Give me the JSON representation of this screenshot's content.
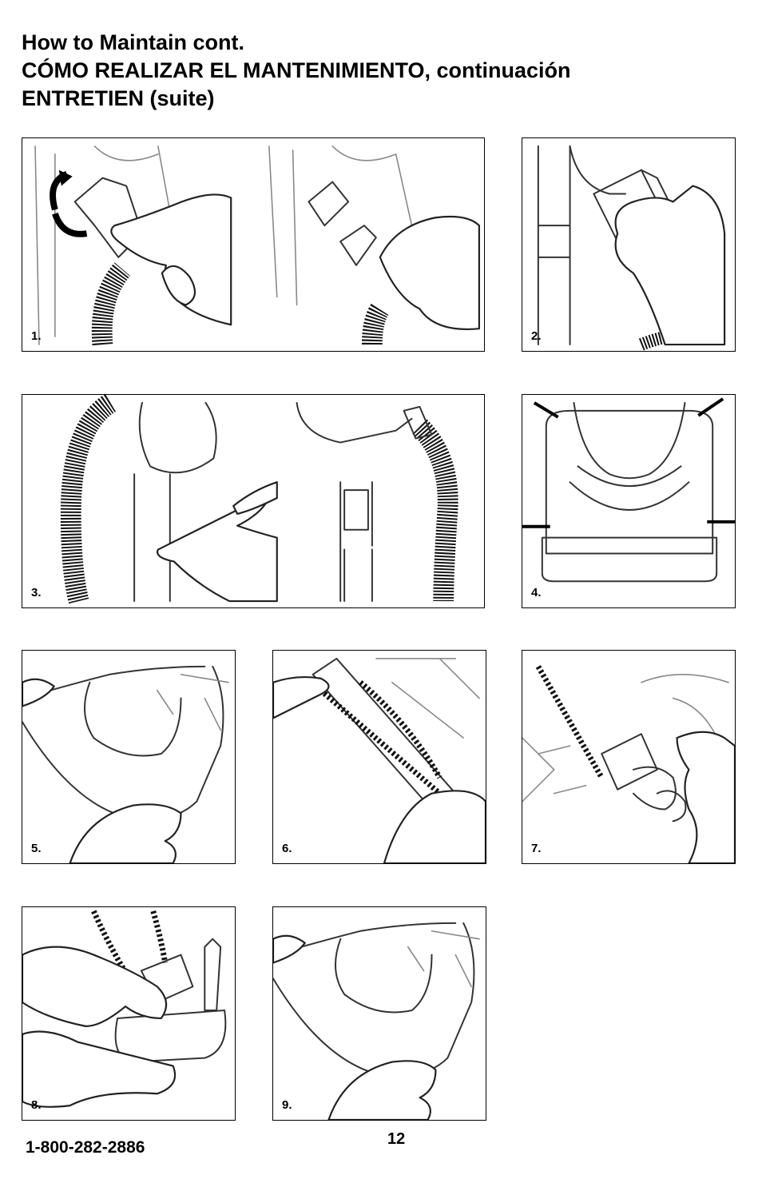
{
  "header": {
    "title_en": "How to Maintain cont.",
    "title_es": "CÓMO REALIZAR EL MANTENIMIENTO, continuación",
    "title_fr": "ENTRETIEN (suite)"
  },
  "steps": [
    {
      "label": "1."
    },
    {
      "label": "2."
    },
    {
      "label": "3."
    },
    {
      "label": "4."
    },
    {
      "label": "5."
    },
    {
      "label": "6."
    },
    {
      "label": "7."
    },
    {
      "label": "8."
    },
    {
      "label": "9."
    }
  ],
  "footer": {
    "phone": "1-800-282-2886",
    "page_number": "12"
  }
}
